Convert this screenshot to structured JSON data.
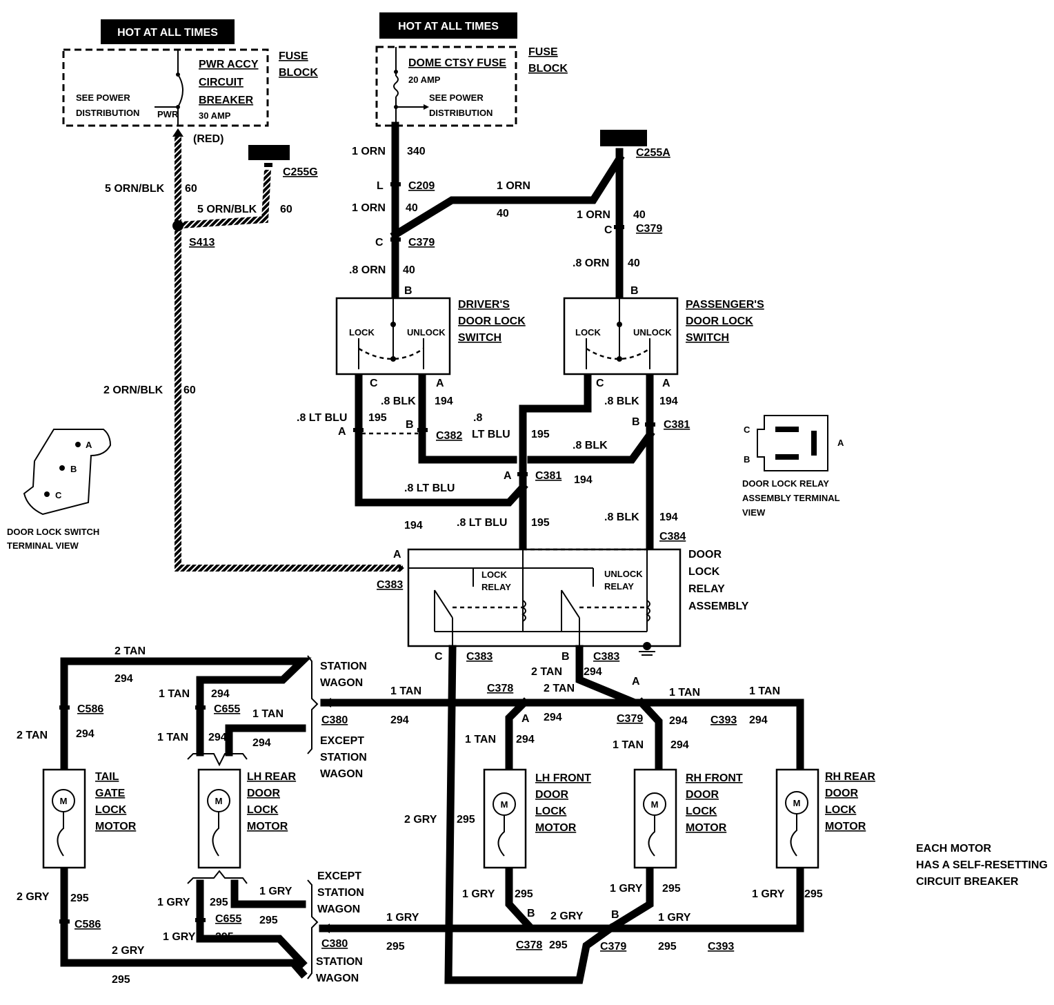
{
  "hot_labels": [
    "HOT AT ALL TIMES",
    "HOT AT ALL TIMES"
  ],
  "fuse_block_left": {
    "title_lines": [
      "FUSE",
      "BLOCK"
    ],
    "breaker_lines": [
      "PWR ACCY",
      "CIRCUIT",
      "BREAKER"
    ],
    "rating": "30 AMP",
    "see_power": [
      "SEE POWER",
      "DISTRIBUTION"
    ],
    "pwr": "PWR"
  },
  "fuse_block_right": {
    "title_lines": [
      "FUSE",
      "BLOCK"
    ],
    "fuse": "DOME CTSY FUSE",
    "rating": "20 AMP",
    "see_power": [
      "SEE POWER",
      "DISTRIBUTION"
    ]
  },
  "wire_labels": {
    "red": "(RED)",
    "orn_blk_5a": "5 ORN/BLK",
    "c60a": "60",
    "orn_blk_5b": "5 ORN/BLK",
    "c60b": "60",
    "orn_blk_2": "2 ORN/BLK",
    "c60c": "60",
    "orn_1a": "1 ORN",
    "c340": "340",
    "orn_1b": "1 ORN",
    "c40a": "40",
    "orn_1c": "1 ORN",
    "c40b": "40",
    "orn_1d": "1 ORN",
    "c40c": "40",
    "orn_8a": ".8 ORN",
    "c40d": "40",
    "orn_8b": ".8 ORN",
    "c40e": "40",
    "blk_8a": ".8 BLK",
    "c194a": "194",
    "ltblu_8a": ".8 LT BLU",
    "c195a": "195",
    "ltblu_8b_1": ".8",
    "ltblu_8b_2": "LT  BLU",
    "c195b": "195",
    "blk_8b": ".8 BLK",
    "c194b": "194",
    "blk_8c": ".8 BLK",
    "ltblu_8c": ".8 LT BLU",
    "c194c": "194",
    "c194d": "194",
    "ltblu_8d": ".8 LT BLU",
    "c195c": "195",
    "blk_8d": ".8 BLK",
    "c194e": "194",
    "tan_2a": "2 TAN",
    "c294a": "294",
    "tan_1a": "1 TAN",
    "c294b": "294",
    "tan_1b": "1 TAN",
    "tan_1c": "1 TAN",
    "c294c": "294",
    "c294d": "294",
    "tan_2b": "2 TAN",
    "c294e": "294",
    "tan_1d": "1 TAN",
    "c294f": "294",
    "tan_2c": "2 TAN",
    "c294g": "294",
    "tan_2d": "2 TAN",
    "tan_1e": "1 TAN",
    "c294h": "294",
    "tan_1f": "1 TAN",
    "c294i": "294",
    "tan_1g": "1 TAN",
    "c294j": "294",
    "tan_1h": "1 TAN",
    "c294k": "294",
    "c294l": "294",
    "gry_2a": "2 GRY",
    "c295a": "295",
    "gry_1a": "1 GRY",
    "c295b": "295",
    "gry_1b": "1 GRY",
    "c295c": "295",
    "gry_1c": "1 GRY",
    "c295d": "295",
    "gry_2b": "2 GRY",
    "c295e": "295",
    "gry_2c": "2 GRY",
    "c295f": "295",
    "gry_1d": "1 GRY",
    "c295g": "295",
    "gry_1e": "1 GRY",
    "c295h": "295",
    "gry_2d": "2 GRY",
    "c295i": "295",
    "gry_1f": "1 GRY",
    "c295j": "295",
    "gry_1g": "1 GRY",
    "c295k": "295",
    "gry_1h": "1 GRY",
    "c295l": "295"
  },
  "connectors": {
    "c255g": "C255G",
    "c255a": "C255A",
    "c209": "C209",
    "l": "L",
    "c379a": "C379",
    "ca": "C",
    "c379b": "C379",
    "cb": "C",
    "s413": "S413",
    "c382": "C382",
    "a1": "A",
    "b1": "B",
    "c381a": "C381",
    "b2": "B",
    "c381b": "C381",
    "a2": "A",
    "c384": "C384",
    "c383a": "C383",
    "a3": "A",
    "c383b": "C383",
    "c3": "C",
    "c383c": "C383",
    "b3": "B",
    "c586a": "C586",
    "c655a": "C655",
    "c380a": "C380",
    "c378a": "C378",
    "a4": "A",
    "c379c": "C379",
    "a5": "A",
    "c393a": "C393",
    "c586b": "C586",
    "c655b": "C655",
    "c380b": "C380",
    "c378b": "C378",
    "b4": "B",
    "c379d": "C379",
    "b5": "B",
    "c393b": "C393",
    "pin_b_d": "B",
    "pin_c_d": "C",
    "pin_a_d": "A",
    "pin_b_p": "B",
    "pin_c_p": "C",
    "pin_a_p": "A"
  },
  "switches": {
    "driver": [
      "DRIVER'S",
      "DOOR LOCK",
      "SWITCH"
    ],
    "passenger": [
      "PASSENGER'S",
      "DOOR LOCK",
      "SWITCH"
    ],
    "lock": "LOCK",
    "unlock": "UNLOCK"
  },
  "relay": {
    "title": [
      "DOOR",
      "LOCK",
      "RELAY",
      "ASSEMBLY"
    ],
    "lock": [
      "LOCK",
      "RELAY"
    ],
    "unlock": [
      "UNLOCK",
      "RELAY"
    ]
  },
  "motors": {
    "tail": [
      "TAIL",
      "GATE",
      "LOCK",
      "MOTOR"
    ],
    "lh_rear": [
      "LH REAR",
      "DOOR",
      "LOCK",
      "MOTOR"
    ],
    "lh_front": [
      "LH FRONT",
      "DOOR",
      "LOCK",
      "MOTOR"
    ],
    "rh_front": [
      "RH FRONT",
      "DOOR",
      "LOCK",
      "MOTOR"
    ],
    "rh_rear": [
      "RH REAR",
      "DOOR",
      "LOCK",
      "MOTOR"
    ],
    "m": "M"
  },
  "variants": {
    "sw1": [
      "STATION",
      "WAGON"
    ],
    "esw1": [
      "EXCEPT",
      "STATION",
      "WAGON"
    ],
    "esw2": [
      "EXCEPT",
      "STATION",
      "WAGON"
    ],
    "sw2": [
      "STATION",
      "WAGON"
    ]
  },
  "terminal_views": {
    "switch": [
      "DOOR LOCK SWITCH",
      "TERMINAL VIEW"
    ],
    "switch_pins": [
      "A",
      "B",
      "C"
    ],
    "relay": [
      "DOOR LOCK RELAY",
      "ASSEMBLY TERMINAL",
      "VIEW"
    ],
    "relay_pins": [
      "C",
      "B",
      "A"
    ]
  },
  "note": [
    "EACH MOTOR",
    "HAS A SELF-RESETTING",
    "CIRCUIT BREAKER"
  ]
}
